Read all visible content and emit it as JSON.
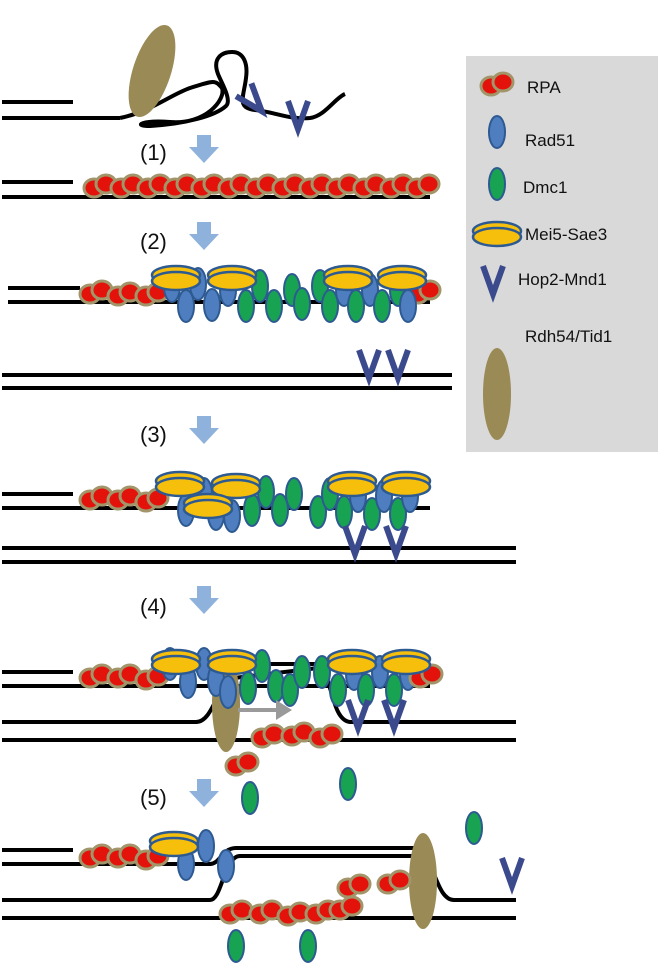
{
  "steps": [
    {
      "label": "(1)"
    },
    {
      "label": "(2)"
    },
    {
      "label": "(3)"
    },
    {
      "label": "(4)"
    },
    {
      "label": "(5)"
    }
  ],
  "legend": {
    "items": [
      {
        "label": "RPA",
        "icon": "rpa-icon"
      },
      {
        "label": "Rad51",
        "icon": "rad51-icon"
      },
      {
        "label": "Dmc1",
        "icon": "dmc1-icon"
      },
      {
        "label": "Mei5-Sae3",
        "icon": "mei5-sae3-icon"
      },
      {
        "label": "Hop2-Mnd1",
        "icon": "hop2-mnd1-icon"
      },
      {
        "label": "Rdh54/Tid1",
        "icon": "rdh54-tid1-icon"
      }
    ]
  },
  "colors": {
    "rpa_fill": "#e3120b",
    "rpa_edge": "#a2956a",
    "rad51_fill": "#4f7ec0",
    "rad51_edge": "#2e5a92",
    "dmc1_fill": "#18a353",
    "dmc1_edge": "#2e5a92",
    "mei5_fill": "#f5bf0c",
    "mei5_edge": "#2e5a92",
    "hop2_stroke": "#3b4a8c",
    "rdh54_fill": "#9a8a56",
    "arrow": "#8fb2dd",
    "legend_bg": "#d9d9d9",
    "dna": "#000000"
  }
}
